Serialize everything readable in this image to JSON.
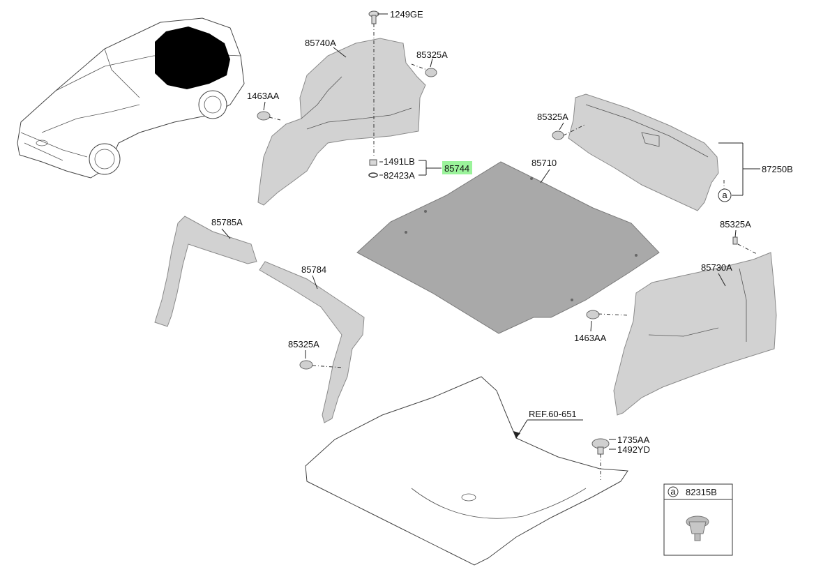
{
  "labels": {
    "p1249GE": "1249GE",
    "p85740A": "85740A",
    "p85325A_top": "85325A",
    "p1463AA_left": "1463AA",
    "p1491LB": "1491LB",
    "p82423A": "82423A",
    "p85744": "85744",
    "p85710": "85710",
    "p85325A_right": "85325A",
    "p87250B": "87250B",
    "p85325A_far": "85325A",
    "p85730A": "85730A",
    "p1463AA_right": "1463AA",
    "p85785A": "85785A",
    "p85784": "85784",
    "p85325A_low": "85325A",
    "pREF": "REF.60-651",
    "p1735AA": "1735AA",
    "p1492YD": "1492YD",
    "callout_a": "a",
    "inset_a": "a",
    "inset_part": "82315B"
  },
  "colors": {
    "highlight": "#9bf39b",
    "part_fill": "#d2d2d2",
    "mat_fill": "#a9a9a9"
  }
}
